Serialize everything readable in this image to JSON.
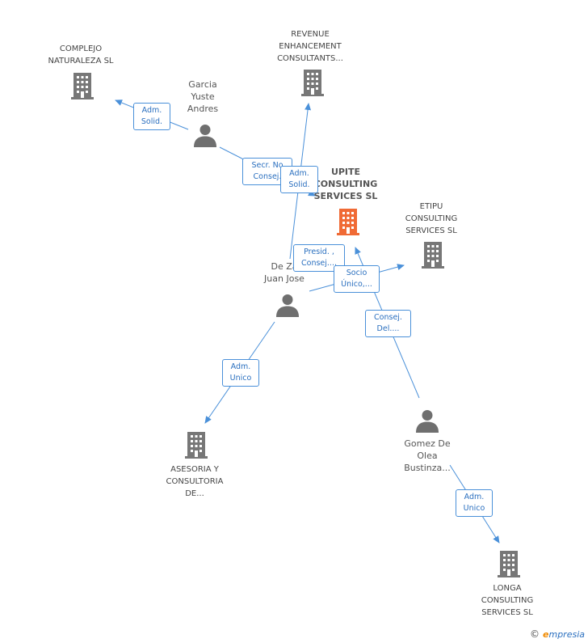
{
  "colors": {
    "edge": "#4a90d9",
    "building": "#777777",
    "focus_building": "#f06a35",
    "person": "#6f6f6f"
  },
  "nodes": {
    "complejo": {
      "label": "COMPLEJO\nNATURALEZA SL",
      "icon": "building-icon"
    },
    "revenue": {
      "label": "REVENUE\nENHANCEMENT\nCONSULTANTS...",
      "icon": "building-icon"
    },
    "upite": {
      "label": "UPITE\nCONSULTING\nSERVICES SL",
      "icon": "building-icon"
    },
    "etipu": {
      "label": "ETIPU\nCONSULTING\nSERVICES SL",
      "icon": "building-icon"
    },
    "asesoria": {
      "label": "ASESORIA Y\nCONSULTORIA\nDE...",
      "icon": "building-icon"
    },
    "longa": {
      "label": "LONGA\nCONSULTING\nSERVICES SL",
      "icon": "building-icon"
    },
    "garcia": {
      "label": "Garcia\nYuste\nAndres",
      "icon": "person-icon"
    },
    "dezarate": {
      "label": "De Za\nJuan Jose",
      "icon": "person-icon"
    },
    "gomez": {
      "label": "Gomez De\nOlea\nBustinza...",
      "icon": "person-icon"
    }
  },
  "edges": {
    "garcia_complejo": "Adm.\nSolid.",
    "garcia_upite": "Secr. No\nConsej.",
    "dezarate_revenue": "Adm.\nSolid.",
    "dezarate_upite": "Presid. ,\nConsej....",
    "dezarate_etipu": "Socio\nÚnico,...",
    "gomez_upite": "Consej.\nDel....",
    "dezarate_asesoria": "Adm.\nUnico",
    "gomez_longa": "Adm.\nUnico"
  },
  "brand": {
    "copyright": "©",
    "e": "e",
    "rest": "mpresia"
  }
}
